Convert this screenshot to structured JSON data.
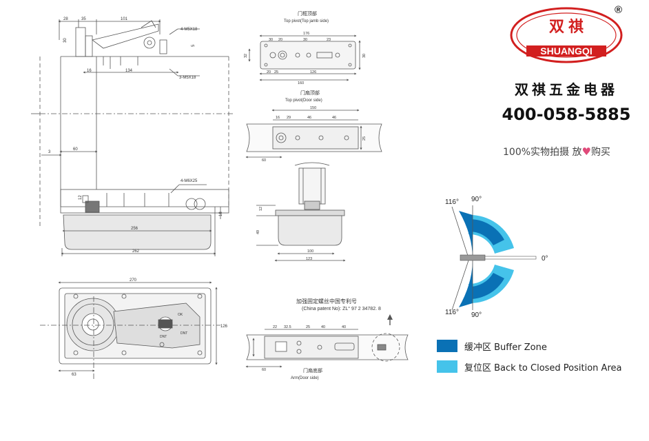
{
  "brand": {
    "logo_cn": "双 祺",
    "logo_en": "SHUANGQI",
    "registered_mark": "®",
    "company_name": "双祺五金电器",
    "phone": "400-058-5885",
    "tagline_before": "100%实物拍摄 放",
    "tagline_after": "购买",
    "logo_color": "#d21f1f"
  },
  "top_pivot_jamb": {
    "title_cn": "门框顶部",
    "title_en": "Top pivot(Top jamb side)",
    "dims": [
      "176",
      "30",
      "20",
      "30",
      "23",
      "32",
      "20",
      "126",
      "25",
      "30",
      "160"
    ]
  },
  "top_pivot_door": {
    "title_cn": "门扇顶部",
    "title_en": "Top pivot(Door side)",
    "dims": [
      "150",
      "16",
      "29",
      "46",
      "46",
      "25",
      "60"
    ]
  },
  "arm_door": {
    "title_cn": "门扇底部",
    "title_en": "Arm(Door side)",
    "patent_cn": "加强固定螺丝中国专利号",
    "patent_en": "(China patent No): ZL°  97 2 34782. 8",
    "dims": [
      "22",
      "32.5",
      "25",
      "40",
      "40",
      "60"
    ]
  },
  "front_view": {
    "top_dims": [
      "28",
      "35",
      "101"
    ],
    "screw_labels": [
      "4-M5X18",
      "3-M5X18",
      "4-M6X25"
    ],
    "small_dims": [
      "30",
      "5",
      "16",
      "134",
      "3",
      "60",
      "12",
      "18",
      "256",
      "262"
    ],
    "side_dims": [
      "49",
      "100",
      "123"
    ]
  },
  "plan_view": {
    "dims": [
      "270",
      "126",
      "63"
    ],
    "product_marks": [
      "OK",
      "DNT",
      "DNT"
    ]
  },
  "angle_diagram": {
    "angles": [
      "116°",
      "90°",
      "0°",
      "116°",
      "90°"
    ],
    "buffer_color": "#0a71b5",
    "return_color": "#45c3ea"
  },
  "legend": [
    {
      "label": "缓冲区  Buffer Zone",
      "color": "#0a71b5"
    },
    {
      "label": "复位区  Back to  Closed  Position Area",
      "color": "#45c3ea"
    }
  ]
}
